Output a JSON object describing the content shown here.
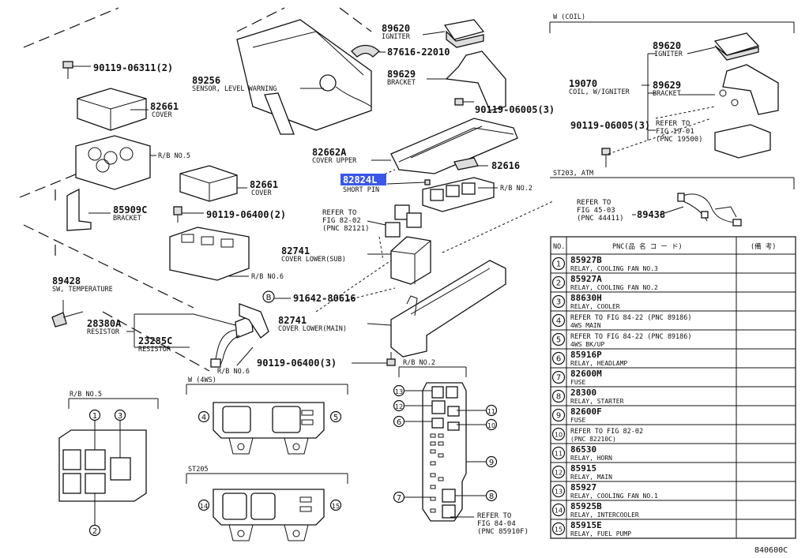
{
  "labels": {
    "p89620": {
      "pn": "89620",
      "nm": "IGNITER"
    },
    "p87616": {
      "pn": "87616-22010"
    },
    "p90119a": {
      "pn": "90119-06311(2)"
    },
    "p89256": {
      "pn": "89256",
      "nm": "SENSOR, LEVEL WARNING"
    },
    "p89629": {
      "pn": "89629",
      "nm": "BRACKET"
    },
    "p82661a": {
      "pn": "82661",
      "nm": "COVER"
    },
    "p90119b": {
      "pn": "90119-06005(3)"
    },
    "rbno5a": {
      "nm": "R/B NO.5"
    },
    "p82662a": {
      "pn": "82662A",
      "nm": "COVER UPPER"
    },
    "p82616": {
      "pn": "82616"
    },
    "p82824l": {
      "pn": "82824L",
      "nm": "SHORT PIN"
    },
    "rbno2a": {
      "nm": "R/B NO.2"
    },
    "p82661b": {
      "pn": "82661",
      "nm": "COVER"
    },
    "p85909c": {
      "pn": "85909C",
      "nm": "BRACKET"
    },
    "p90119c": {
      "pn": "90119-06400(2)"
    },
    "ref8202": {
      "l1": "REFER TO",
      "l2": "FIG 82-02",
      "l3": "(PNC 82121)"
    },
    "p82741a": {
      "pn": "82741",
      "nm": "COVER LOWER(SUB)"
    },
    "rbno6a": {
      "nm": "R/B NO.6"
    },
    "p89428": {
      "pn": "89428",
      "nm": "SW, TEMPERATURE"
    },
    "p91642": {
      "pn": "91642-80616",
      "badge": "B"
    },
    "p28380a": {
      "pn": "28380A",
      "nm": "RESISTOR"
    },
    "p82741b": {
      "pn": "82741",
      "nm": "COVER LOWER(MAIN)"
    },
    "p23285c": {
      "pn": "23285C",
      "nm": "RESISTOR"
    },
    "rbno6b": {
      "nm": "R/B NO.6"
    },
    "p90119d": {
      "pn": "90119-06400(3)"
    },
    "rbno2b": {
      "nm": "R/B NO.2"
    },
    "w4ws": {
      "nm": "W (4WS)"
    },
    "rbno5b": {
      "nm": "R/B NO.5"
    },
    "st205": {
      "nm": "ST205"
    },
    "ref8404": {
      "l1": "REFER TO",
      "l2": "FIG 84-04",
      "l3": "(PNC 85910F)"
    },
    "wcoil": {
      "nm": "W (COIL)"
    },
    "p89620b": {
      "pn": "89620",
      "nm": "IGNITER"
    },
    "p19070": {
      "pn": "19070",
      "nm": "COIL, W/IGNITER"
    },
    "p89629b": {
      "pn": "89629",
      "nm": "BRACKET"
    },
    "p90119e": {
      "pn": "90119-06005(3)"
    },
    "ref1901": {
      "l1": "REFER TO",
      "l2": "FIG 19-01",
      "l3": "(PNC 19500)"
    },
    "st203": {
      "nm": "ST203, ATM"
    },
    "ref4503": {
      "l1": "REFER TO",
      "l2": "FIG 45-03",
      "l3": "(PNC 44411)"
    },
    "p89438": {
      "pn": "89438"
    },
    "figcode": {
      "nm": "840600C"
    }
  },
  "table": {
    "headers": {
      "no": "NO.",
      "pnc": "PNC(品 名 コ ー ド)",
      "note": "(備 考)"
    },
    "rows": [
      {
        "no": "1",
        "pn": "85927B",
        "nm": "RELAY, COOLING FAN NO.3"
      },
      {
        "no": "2",
        "pn": "85927A",
        "nm": "RELAY, COOLING FAN NO.2"
      },
      {
        "no": "3",
        "pn": "88630H",
        "nm": "RELAY, COOLER"
      },
      {
        "no": "4",
        "pn": "REFER TO FIG 84-22 (PNC 89186)",
        "nm": "4WS MAIN"
      },
      {
        "no": "5",
        "pn": "REFER TO FIG 84-22 (PNC 89186)",
        "nm": "4WS BK/UP"
      },
      {
        "no": "6",
        "pn": "85916P",
        "nm": "RELAY, HEADLAMP"
      },
      {
        "no": "7",
        "pn": "82600M",
        "nm": "FUSE"
      },
      {
        "no": "8",
        "pn": "28300",
        "nm": "RELAY, STARTER"
      },
      {
        "no": "9",
        "pn": "82600F",
        "nm": "FUSE"
      },
      {
        "no": "10",
        "pn": "REFER TO FIG 82-02",
        "nm": "(PNC 82210C)"
      },
      {
        "no": "11",
        "pn": "86530",
        "nm": "RELAY, HORN"
      },
      {
        "no": "12",
        "pn": "85915",
        "nm": "RELAY, MAIN"
      },
      {
        "no": "13",
        "pn": "85927",
        "nm": "RELAY, COOLING FAN NO.1"
      },
      {
        "no": "14",
        "pn": "85925B",
        "nm": "RELAY, INTERCOOLER"
      },
      {
        "no": "15",
        "pn": "85915E",
        "nm": "RELAY, FUEL PUMP"
      }
    ]
  },
  "callouts": {
    "c1": "1",
    "c2": "2",
    "c3": "3",
    "c4": "4",
    "c5": "5",
    "c6": "6",
    "c7": "7",
    "c8": "8",
    "c9": "9",
    "c10": "10",
    "c11": "11",
    "c12": "12",
    "c13": "13",
    "c14": "14",
    "c15": "15"
  }
}
